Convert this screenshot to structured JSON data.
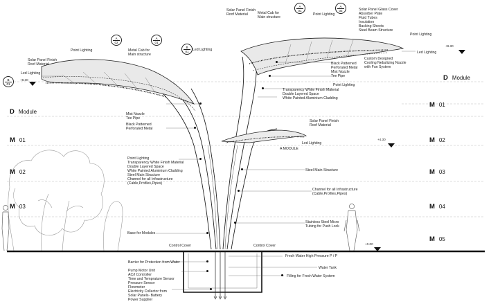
{
  "levels": {
    "d_module_right": {
      "letter": "D",
      "name": "Module"
    },
    "d_module_left": {
      "letter": "D",
      "name": "Module"
    },
    "m01_left": {
      "letter": "M",
      "name": "01"
    },
    "m02_left": {
      "letter": "M",
      "name": "02"
    },
    "m03_left": {
      "letter": "M",
      "name": "03"
    },
    "m01_right": {
      "letter": "M",
      "name": "01"
    },
    "m02_right": {
      "letter": "M",
      "name": "02"
    },
    "m03_right": {
      "letter": "M",
      "name": "03"
    },
    "m04_right": {
      "letter": "M",
      "name": "04"
    },
    "m05_right": {
      "letter": "M",
      "name": "05"
    }
  },
  "elevations": {
    "e830_left": "+8.30",
    "e830_right": "+8.30",
    "e430": "+4.30",
    "e000": "+0.00"
  },
  "section_tags": [
    {
      "top": "A",
      "bottom": "01"
    },
    {
      "top": "A",
      "bottom": "02"
    },
    {
      "top": "A",
      "bottom": "01"
    },
    {
      "top": "A",
      "bottom": "02"
    },
    {
      "top": "B",
      "bottom": "01"
    },
    {
      "top": "B",
      "bottom": "01"
    }
  ],
  "labels": {
    "solar_finish_top": "Solar Panel Finish\nRoof Material",
    "metal_cab_top": "Metal Cab for\nMain structure",
    "point_lighting_top": "Point  Lighting",
    "solar_glass_list": "Solar Panel Glass Cover\nAbsorber Plate\nFluid Tubes\nInsulation\nBacking Sheets\nSteel Beam Structure",
    "point_lighting_right": "Point  Lighting",
    "led_lighting_right": "Led Lighting",
    "custom_nozzle": "Custom Designed\nCooling Nebulizing Nozzle\nwith Fun System",
    "solar_finish_left": "Solar Panel Finish\nRoof Material",
    "point_lighting_left": "Point  Lighting",
    "metal_cab_left": "Metal Cab for\nMain structure",
    "led_lighting_mid": "Led Lighting",
    "led_lighting_left": "Led Lighting",
    "black_perforated_right": "Black Patterned\nPerforated Metal\nMist Nozzle\nTee Pipe",
    "point_lighting_mid": "Point Lighting",
    "transparency_list_right": "Transparency White Finish Material\nDouble Layered Space\nWhite Painted Aluminium Cladding",
    "mist_nozzle_left": "Mist Nozzle\nTee Pipe",
    "black_perforated_left": "Black Patterned\nPerforated Metal",
    "solar_finish_small": "Solar Panel Finish\nRoof Material",
    "led_lighting_small": "Led Lighting",
    "a_module": "A MODULE",
    "left_stack": "Point Lighting\nTransparency White Finish Material\nDouble Layered Space\nWhite Painted Aluminium Cladding\nSteel Main Structure\nChannel for all Infrastructure\n(Cable,Profiles,Pipes)",
    "steel_main": "Steel Main Structure",
    "channel_right": "Channel for all Infrastructure\n(Cable,Profiles,Pipes)",
    "stainless_tubing": "Stainless Steel Micro\nTubing for Push Lock",
    "base_modules": "Base for Modules",
    "control_cover_left": "Control Cover",
    "control_cover_right": "Control Cover",
    "barrier": "Barrier for Protection from Water",
    "fresh_water": "Fresh Water High Pressure  P / P",
    "pump_list": "Pump Motor Unit\nAC/I Controller\nTime and Temprature Sensor\nPressure Sensor\nFlowmeter",
    "water_tank": "Water Tank",
    "filling": "Filling for Fresh Water System",
    "electricity": "Electricity Collector from\nSolar Panels- Battery\nPower Supplier"
  }
}
